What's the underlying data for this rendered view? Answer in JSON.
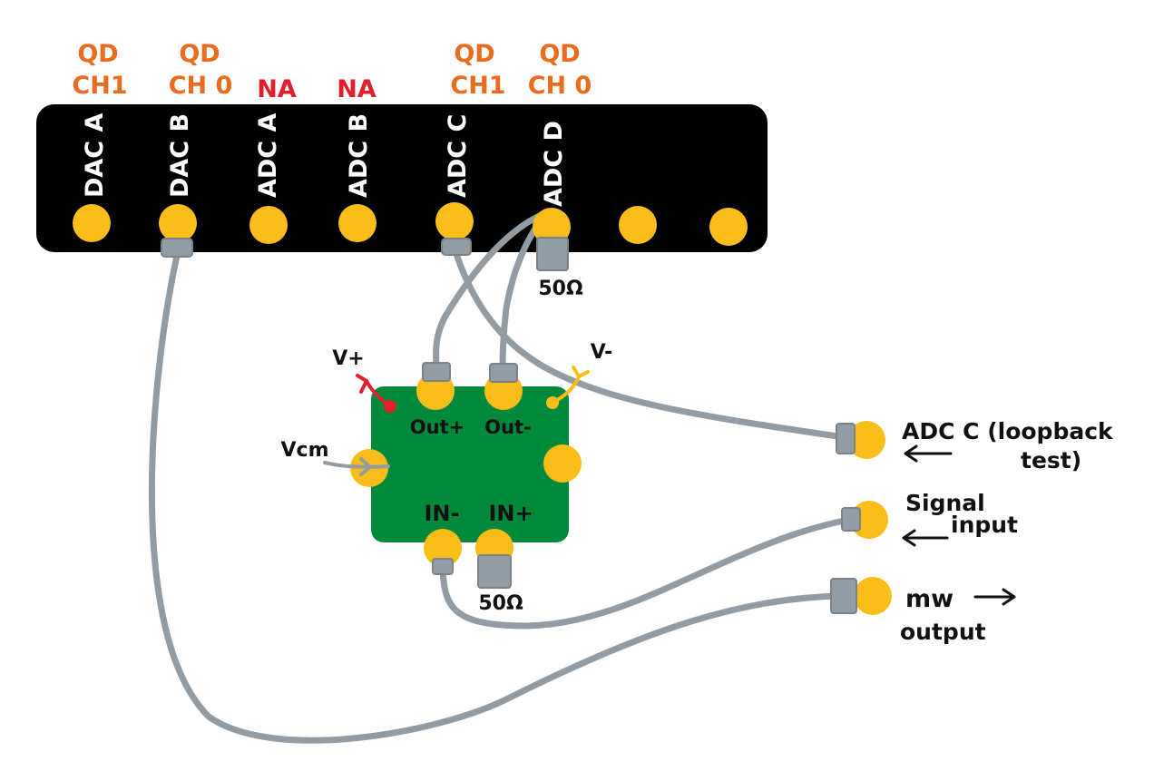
{
  "top_labels": [
    {
      "line1": "QD",
      "line2": "CH1",
      "color": "#ec6c1f"
    },
    {
      "line1": "QD",
      "line2": "CH 0",
      "color": "#ec6c1f"
    },
    {
      "line1": "",
      "line2": "NA",
      "color": "#e2202b"
    },
    {
      "line1": "",
      "line2": "NA",
      "color": "#e2202b"
    },
    {
      "line1": "QD",
      "line2": "CH1",
      "color": "#ec6c1f"
    },
    {
      "line1": "QD",
      "line2": "CH 0",
      "color": "#ec6c1f"
    }
  ],
  "board_ports": [
    "DAC A",
    "DAC B",
    "ADC A",
    "ADC B",
    "ADC C",
    "ADC D"
  ],
  "terminator_top": "50Ω",
  "amp": {
    "vplus": "V+",
    "vminus": "V-",
    "vcm": "Vcm",
    "out_plus": "Out+",
    "out_minus": "Out-",
    "in_minus": "IN-",
    "in_plus": "IN+",
    "terminator": "50Ω"
  },
  "right_labels": {
    "adc_c_line1": "ADC C (loopback",
    "adc_c_line2": "test)",
    "signal_line1": "Signal",
    "signal_line2": "input",
    "mw_line1": "mw",
    "mw_line2": "output"
  },
  "colors": {
    "board": "#000000",
    "connector": "#fbbd1a",
    "cable": "#939ca3",
    "amp_board": "#00893b",
    "orange_label": "#ec6c1f",
    "red_label": "#e2202b",
    "vplus_wire": "#e2202b",
    "vminus_wire": "#fbbd1a"
  }
}
